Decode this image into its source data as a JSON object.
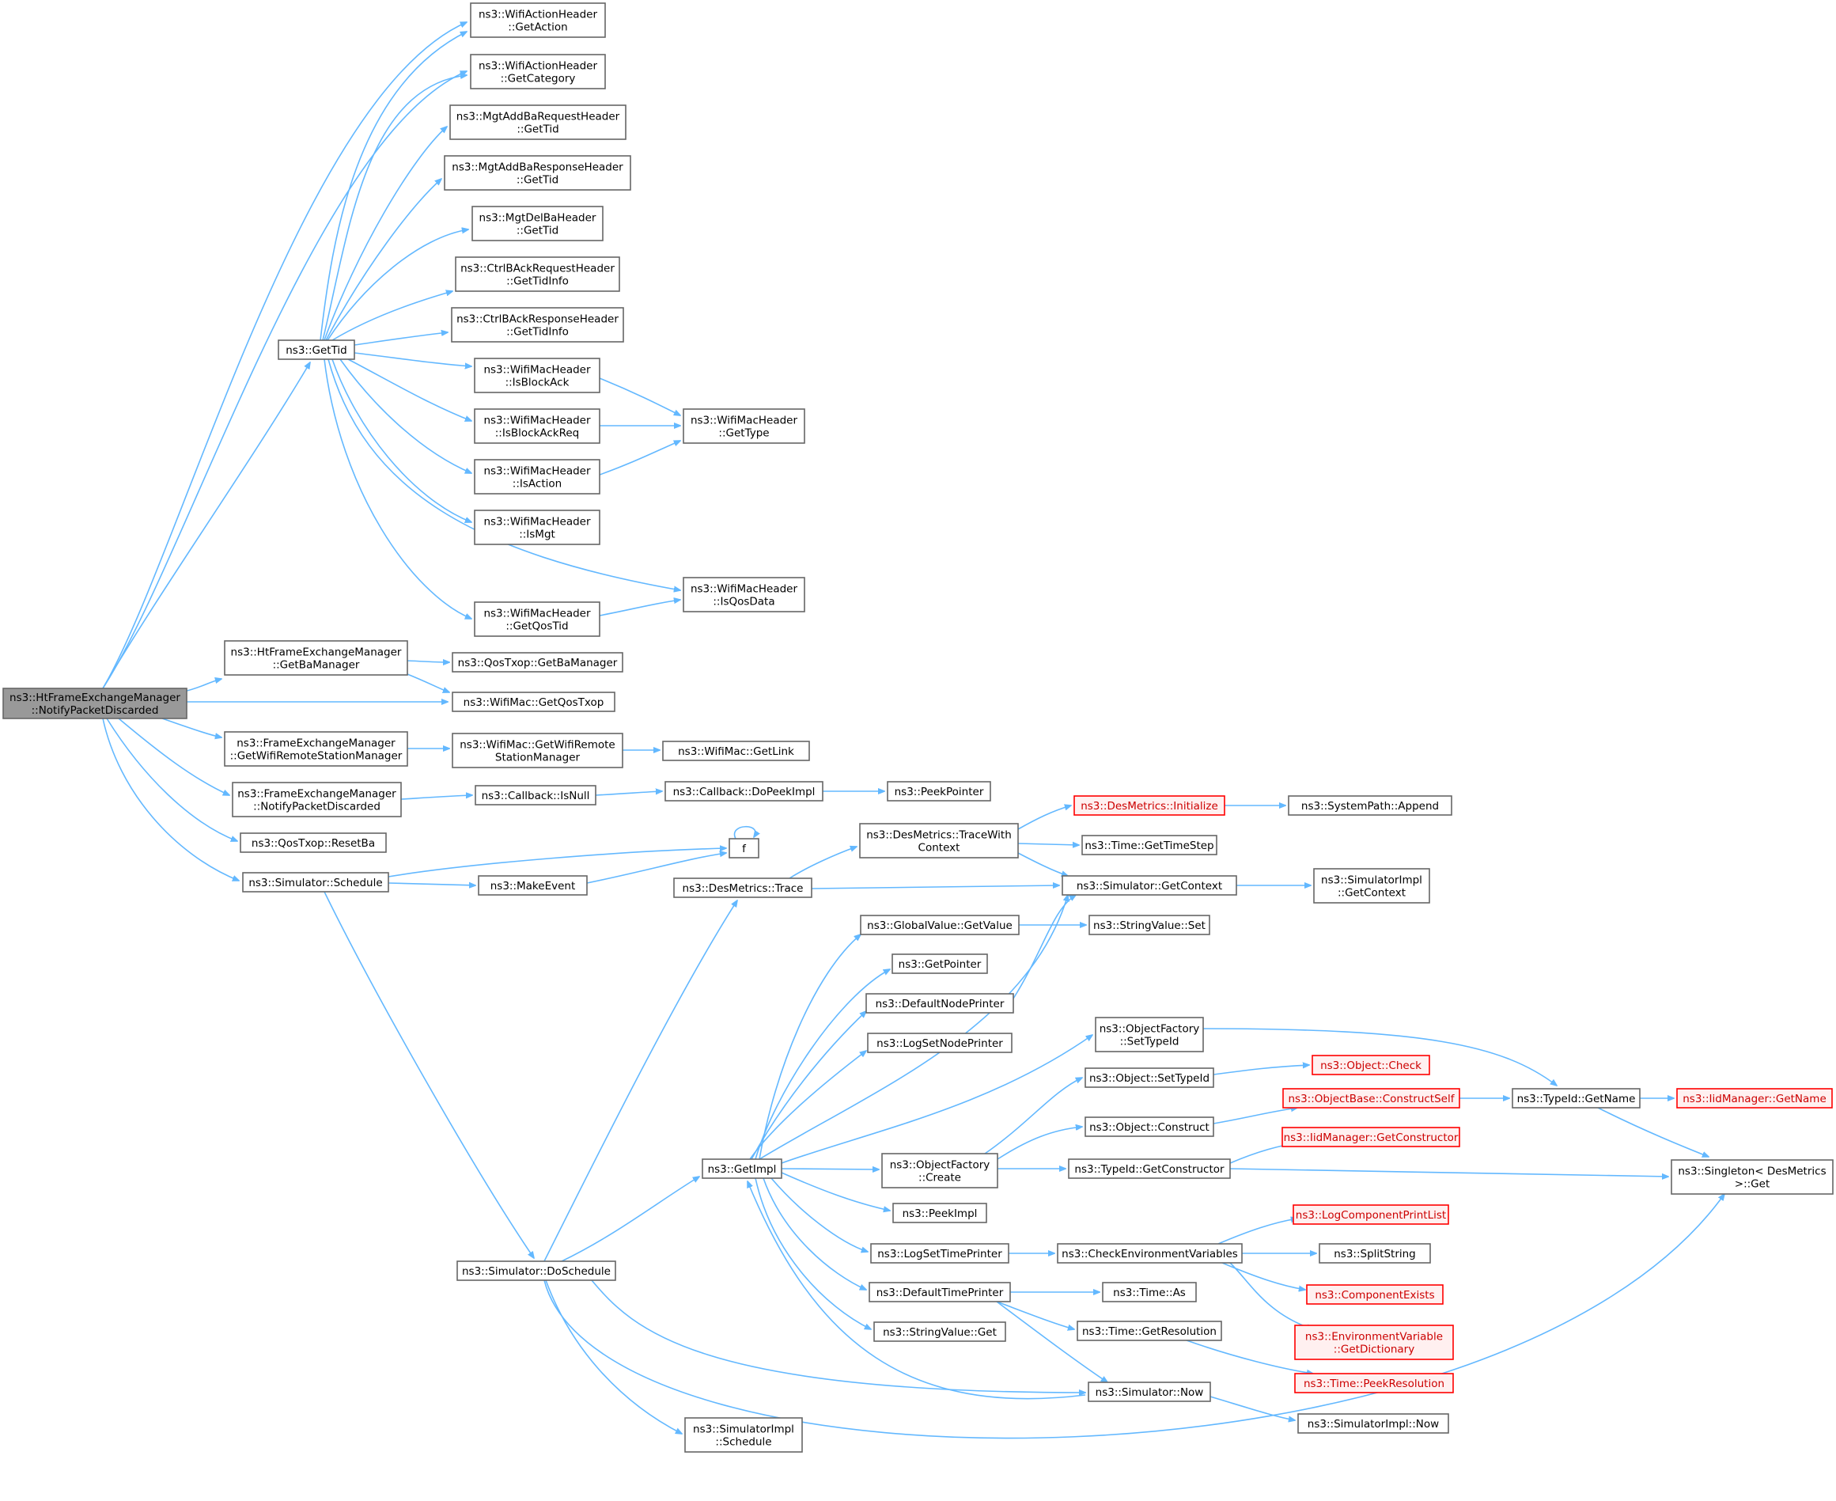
{
  "nodes": {
    "root": {
      "lines": [
        "ns3::HtFrameExchangeManager",
        "::NotifyPacketDiscarded"
      ],
      "style": "root"
    },
    "getAction": {
      "lines": [
        "ns3::WifiActionHeader",
        "::GetAction"
      ]
    },
    "getCategory": {
      "lines": [
        "ns3::WifiActionHeader",
        "::GetCategory"
      ]
    },
    "addBaReq": {
      "lines": [
        "ns3::MgtAddBaRequestHeader",
        "::GetTid"
      ]
    },
    "addBaResp": {
      "lines": [
        "ns3::MgtAddBaResponseHeader",
        "::GetTid"
      ]
    },
    "delBa": {
      "lines": [
        "ns3::MgtDelBaHeader",
        "::GetTid"
      ]
    },
    "ctrlBAckReq": {
      "lines": [
        "ns3::CtrlBAckRequestHeader",
        "::GetTidInfo"
      ]
    },
    "ctrlBAckResp": {
      "lines": [
        "ns3::CtrlBAckResponseHeader",
        "::GetTidInfo"
      ]
    },
    "getTid": {
      "lines": [
        "ns3::GetTid"
      ]
    },
    "isBlockAck": {
      "lines": [
        "ns3::WifiMacHeader",
        "::IsBlockAck"
      ]
    },
    "isBlockAckReq": {
      "lines": [
        "ns3::WifiMacHeader",
        "::IsBlockAckReq"
      ]
    },
    "isAction": {
      "lines": [
        "ns3::WifiMacHeader",
        "::IsAction"
      ]
    },
    "isMgt": {
      "lines": [
        "ns3::WifiMacHeader",
        "::IsMgt"
      ]
    },
    "getQosTid": {
      "lines": [
        "ns3::WifiMacHeader",
        "::GetQosTid"
      ]
    },
    "getType": {
      "lines": [
        "ns3::WifiMacHeader",
        "::GetType"
      ]
    },
    "isQosData": {
      "lines": [
        "ns3::WifiMacHeader",
        "::IsQosData"
      ]
    },
    "htGetBaManager": {
      "lines": [
        "ns3::HtFrameExchangeManager",
        "::GetBaManager"
      ]
    },
    "qosGetBaManager": {
      "lines": [
        "ns3::QosTxop::GetBaManager"
      ]
    },
    "getQosTxop": {
      "lines": [
        "ns3::WifiMac::GetQosTxop"
      ]
    },
    "femGetWrsm": {
      "lines": [
        "ns3::FrameExchangeManager",
        "::GetWifiRemoteStationManager"
      ]
    },
    "macGetWrsm": {
      "lines": [
        "ns3::WifiMac::GetWifiRemote",
        "StationManager"
      ]
    },
    "getLink": {
      "lines": [
        "ns3::WifiMac::GetLink"
      ]
    },
    "femNotify": {
      "lines": [
        "ns3::FrameExchangeManager",
        "::NotifyPacketDiscarded"
      ]
    },
    "isNull": {
      "lines": [
        "ns3::Callback::IsNull"
      ]
    },
    "doPeekImpl": {
      "lines": [
        "ns3::Callback::DoPeekImpl"
      ]
    },
    "peekPointer": {
      "lines": [
        "ns3::PeekPointer"
      ]
    },
    "resetBa": {
      "lines": [
        "ns3::QosTxop::ResetBa"
      ]
    },
    "schedule": {
      "lines": [
        "ns3::Simulator::Schedule"
      ]
    },
    "f": {
      "lines": [
        "f"
      ]
    },
    "makeEvent": {
      "lines": [
        "ns3::MakeEvent"
      ]
    },
    "desTrace": {
      "lines": [
        "ns3::DesMetrics::Trace"
      ]
    },
    "traceWithContext": {
      "lines": [
        "ns3::DesMetrics::TraceWith",
        "Context"
      ]
    },
    "desInit": {
      "lines": [
        "ns3::DesMetrics::Initialize"
      ],
      "style": "red"
    },
    "sysPathAppend": {
      "lines": [
        "ns3::SystemPath::Append"
      ]
    },
    "getTimeStep": {
      "lines": [
        "ns3::Time::GetTimeStep"
      ]
    },
    "simGetContext": {
      "lines": [
        "ns3::Simulator::GetContext"
      ]
    },
    "simImplGetContext": {
      "lines": [
        "ns3::SimulatorImpl",
        "::GetContext"
      ]
    },
    "gvGetValue": {
      "lines": [
        "ns3::GlobalValue::GetValue"
      ]
    },
    "svSet": {
      "lines": [
        "ns3::StringValue::Set"
      ]
    },
    "getPointer": {
      "lines": [
        "ns3::GetPointer"
      ]
    },
    "defNodePrinter": {
      "lines": [
        "ns3::DefaultNodePrinter"
      ]
    },
    "logSetNodePrinter": {
      "lines": [
        "ns3::LogSetNodePrinter"
      ]
    },
    "ofSetTypeId": {
      "lines": [
        "ns3::ObjectFactory",
        "::SetTypeId"
      ]
    },
    "objSetTypeId": {
      "lines": [
        "ns3::Object::SetTypeId"
      ]
    },
    "objCheck": {
      "lines": [
        "ns3::Object::Check"
      ],
      "style": "red"
    },
    "constructSelf": {
      "lines": [
        "ns3::ObjectBase::ConstructSelf"
      ],
      "style": "red"
    },
    "typeGetName": {
      "lines": [
        "ns3::TypeId::GetName"
      ]
    },
    "iidGetName": {
      "lines": [
        "ns3::IidManager::GetName"
      ],
      "style": "red"
    },
    "objConstruct": {
      "lines": [
        "ns3::Object::Construct"
      ]
    },
    "iidGetCtor": {
      "lines": [
        "ns3::IidManager::GetConstructor"
      ],
      "style": "red"
    },
    "getImpl": {
      "lines": [
        "ns3::GetImpl"
      ]
    },
    "ofCreate": {
      "lines": [
        "ns3::ObjectFactory",
        "::Create"
      ]
    },
    "typeGetCtor": {
      "lines": [
        "ns3::TypeId::GetConstructor"
      ]
    },
    "singletonGet": {
      "lines": [
        "ns3::Singleton< DesMetrics",
        " >::Get"
      ]
    },
    "peekImpl": {
      "lines": [
        "ns3::PeekImpl"
      ]
    },
    "logCompPrintList": {
      "lines": [
        "ns3::LogComponentPrintList"
      ],
      "style": "red"
    },
    "logSetTimePrinter": {
      "lines": [
        "ns3::LogSetTimePrinter"
      ]
    },
    "checkEnvVars": {
      "lines": [
        "ns3::CheckEnvironmentVariables"
      ]
    },
    "splitString": {
      "lines": [
        "ns3::SplitString"
      ]
    },
    "doSchedule": {
      "lines": [
        "ns3::Simulator::DoSchedule"
      ]
    },
    "defTimePrinter": {
      "lines": [
        "ns3::DefaultTimePrinter"
      ]
    },
    "timeAs": {
      "lines": [
        "ns3::Time::As"
      ]
    },
    "compExists": {
      "lines": [
        "ns3::ComponentExists"
      ],
      "style": "red"
    },
    "getResolution": {
      "lines": [
        "ns3::Time::GetResolution"
      ]
    },
    "envGetDict": {
      "lines": [
        "ns3::EnvironmentVariable",
        "::GetDictionary"
      ],
      "style": "red"
    },
    "svGet": {
      "lines": [
        "ns3::StringValue::Get"
      ]
    },
    "peekResolution": {
      "lines": [
        "ns3::Time::PeekResolution"
      ],
      "style": "red"
    },
    "simNow": {
      "lines": [
        "ns3::Simulator::Now"
      ]
    },
    "simImplNow": {
      "lines": [
        "ns3::SimulatorImpl::Now"
      ]
    },
    "simImplSchedule": {
      "lines": [
        "ns3::SimulatorImpl",
        "::Schedule"
      ]
    }
  }
}
